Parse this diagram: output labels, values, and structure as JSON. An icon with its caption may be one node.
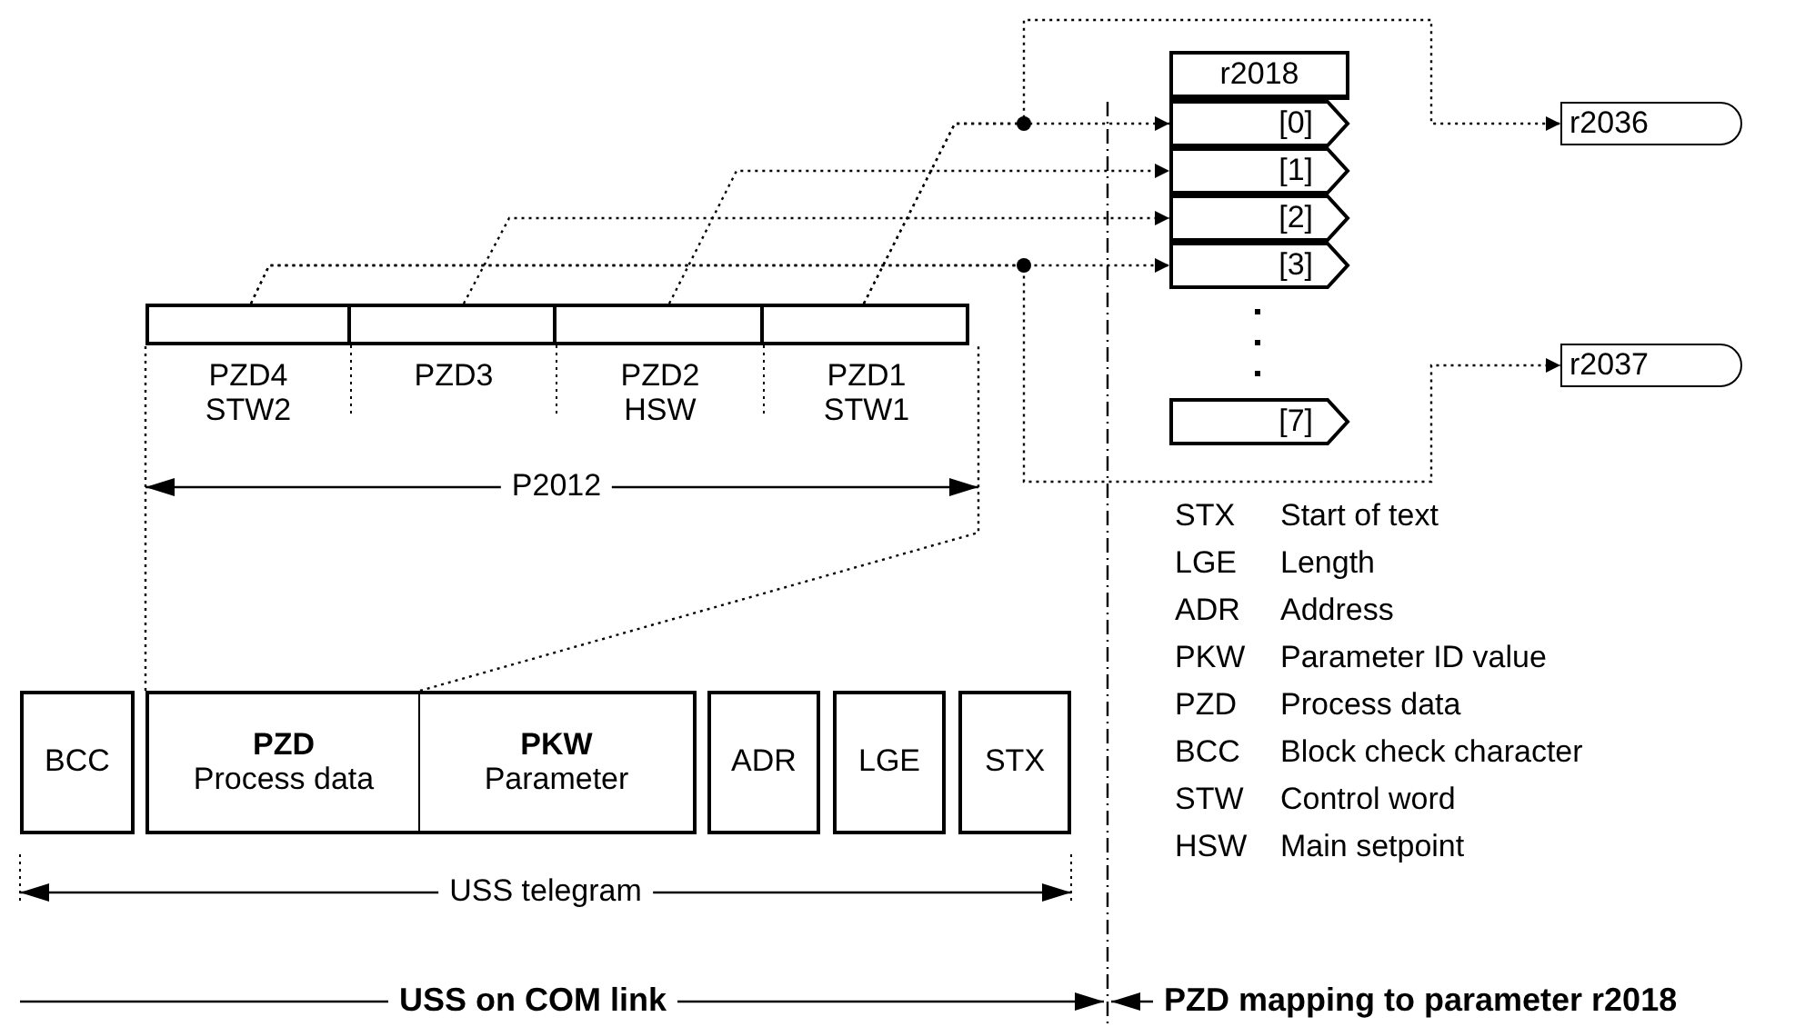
{
  "diagram": {
    "nodes": [
      {
        "text": [],
        "shape": "box",
        "beside": [
          "PZD4 STW2"
        ]
      },
      {
        "text": [],
        "shape": "box",
        "beside": [
          "PZD3"
        ]
      },
      {
        "text": [],
        "shape": "box",
        "beside": [
          "PZD2 HSW"
        ]
      },
      {
        "text": [],
        "shape": "box",
        "beside": [
          "PZD1 STW1"
        ]
      },
      {
        "text": [
          "r2018"
        ]
      },
      {
        "text": [
          "[0]"
        ]
      },
      {
        "text": [
          "[1]"
        ]
      },
      {
        "text": [
          "[2]"
        ]
      },
      {
        "text": [
          "[3]"
        ]
      },
      {
        "text": [
          "[7]"
        ]
      },
      {
        "text": [
          "r2036"
        ]
      },
      {
        "text": [
          "r2037"
        ]
      },
      {
        "text": [
          "BCC"
        ]
      },
      {
        "text": [
          "PZD",
          "Process data"
        ]
      },
      {
        "text": [
          "PKW",
          "Parameter"
        ]
      },
      {
        "text": [
          "ADR"
        ]
      },
      {
        "text": [
          "LGE"
        ]
      },
      {
        "text": [
          "STX"
        ]
      }
    ],
    "edges": [
      {
        "from": 3,
        "to": 5,
        "arrow": "to",
        "style": "dashed"
      },
      {
        "from": 2,
        "to": 6,
        "arrow": "to",
        "style": "dashed"
      },
      {
        "from": 1,
        "to": 7,
        "arrow": "to",
        "style": "dashed"
      },
      {
        "from": 0,
        "to": 8,
        "arrow": "to",
        "style": "dashed"
      },
      {
        "from": 3,
        "to": 10,
        "arrow": "to",
        "style": "dashed"
      },
      {
        "from": 0,
        "to": 11,
        "arrow": "to",
        "style": "dashed"
      },
      {
        "from": 13,
        "to": 0,
        "arrow": "none",
        "style": "dashed"
      },
      {
        "from": 13,
        "to": 3,
        "arrow": "none",
        "style": "dashed"
      }
    ],
    "labels": [
      "P2012",
      "STX",
      "Start of text",
      "LGE",
      "Length",
      "ADR",
      "Address",
      "PKW",
      "Parameter ID value",
      "PZD",
      "Process data",
      "BCC",
      "Block check character",
      "STW",
      "Control word",
      "HSW",
      "Main setpoint",
      "USS telegram",
      "USS on COM link",
      "PZD mapping to parameter r2018"
    ]
  }
}
